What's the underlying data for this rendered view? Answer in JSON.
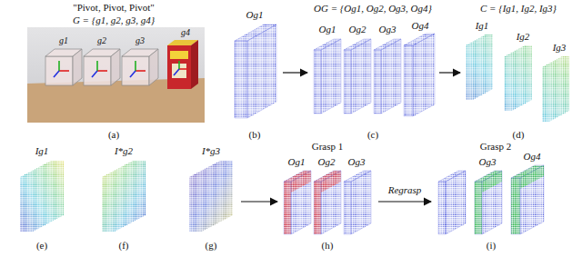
{
  "diagram": {
    "labels": [
      "\"Pivot, Pivot, Pivot\"",
      "G = {g1, g2, g3, g4}",
      "g1",
      "g2",
      "g3",
      "g4",
      "(a)",
      "Og1",
      "(b)",
      "OG = {Og1, Og2, Og3, Og4}",
      "Og1",
      "Og2",
      "Og3",
      "Og4",
      "(c)",
      "C = {Ig1, Ig2, Ig3}",
      "Ig1",
      "Ig2",
      "Ig3",
      "(d)",
      "Ig1",
      "(e)",
      "I*g2",
      "(f)",
      "I*g3",
      "(g)",
      "Grasp 1",
      "Og1",
      "Og2",
      "Og3",
      "(h)",
      "Regrasp",
      "Grasp 2",
      "Og3",
      "Og4",
      "(i)"
    ]
  }
}
